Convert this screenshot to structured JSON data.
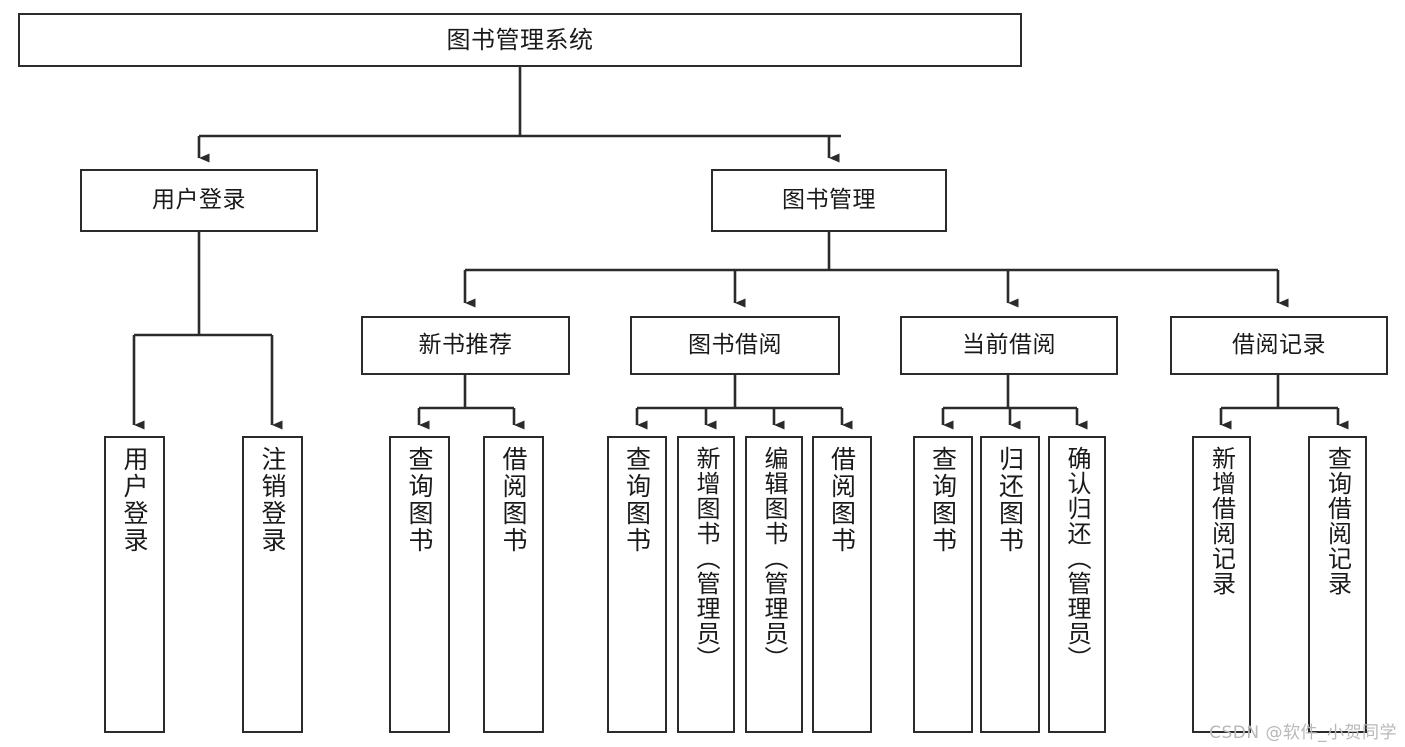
{
  "diagram": {
    "type": "tree-hierarchy",
    "title": "图书管理系统",
    "watermark": "CSDN @软件_小贺同学",
    "colors": {
      "border": "#2b2b2b",
      "background": "#ffffff",
      "text": "#1a1a1a",
      "connector": "#2b2b2b",
      "watermark": "#b8b8b8"
    },
    "nodes": {
      "root": {
        "label": "图书管理系统"
      },
      "level2": [
        {
          "label": "用户登录"
        },
        {
          "label": "图书管理"
        }
      ],
      "level3": [
        {
          "label": "新书推荐"
        },
        {
          "label": "图书借阅"
        },
        {
          "label": "当前借阅"
        },
        {
          "label": "借阅记录"
        }
      ],
      "leaves": {
        "user_login": [
          {
            "label": "用户登录"
          },
          {
            "label": "注销登录"
          }
        ],
        "new_book": [
          {
            "label": "查询图书"
          },
          {
            "label": "借阅图书"
          }
        ],
        "book_borrow": [
          {
            "label": "查询图书"
          },
          {
            "label": "新增图书（管理员）"
          },
          {
            "label": "编辑图书（管理员）"
          },
          {
            "label": "借阅图书"
          }
        ],
        "current_borrow": [
          {
            "label": "查询图书"
          },
          {
            "label": "归还图书"
          },
          {
            "label": "确认归还（管理员）"
          }
        ],
        "borrow_record": [
          {
            "label": "新增借阅记录"
          },
          {
            "label": "查询借阅记录"
          }
        ]
      }
    }
  }
}
